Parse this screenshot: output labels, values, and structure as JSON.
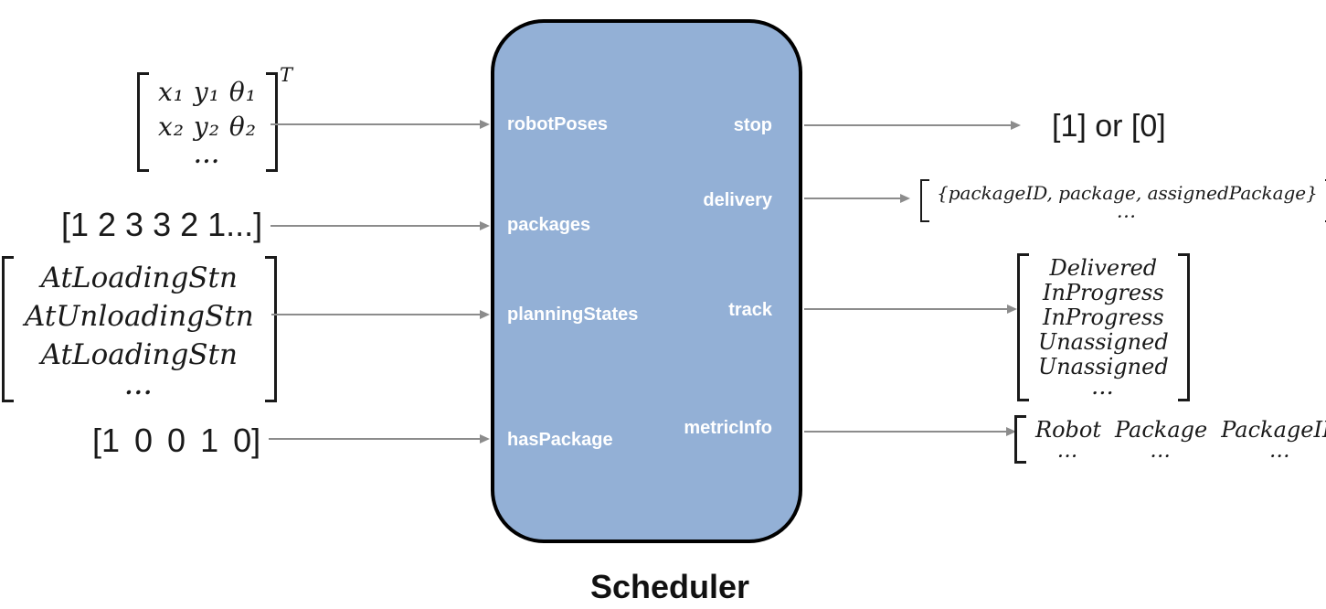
{
  "diagram": {
    "title": "Scheduler",
    "colors": {
      "block_fill": "#93b0d6",
      "block_border": "#000000",
      "arrow": "#8c8c8c",
      "port_text": "#ffffff"
    }
  },
  "block": {
    "input_ports": [
      {
        "label": "robotPoses"
      },
      {
        "label": "packages"
      },
      {
        "label": "planningStates"
      },
      {
        "label": "hasPackage"
      }
    ],
    "output_ports": [
      {
        "label": "stop"
      },
      {
        "label": "delivery"
      },
      {
        "label": "track"
      },
      {
        "label": "metricInfo"
      }
    ]
  },
  "inputs": {
    "robot_poses": {
      "rows": [
        "x₁ y₁ θ₁",
        "x₂ y₂ θ₂",
        "..."
      ],
      "superscript": "T"
    },
    "packages": {
      "value": "[1 2 3 3 2 1...]"
    },
    "planning_states": {
      "rows": [
        "AtLoadingStn",
        "AtUnloadingStn",
        "AtLoadingStn",
        "..."
      ]
    },
    "has_package": {
      "value": "[1 0 0 1 0]"
    }
  },
  "outputs": {
    "stop": {
      "value": "[1] or [0]"
    },
    "delivery": {
      "row": "{packageID, package, assignedPackage}",
      "dots": "..."
    },
    "track": {
      "rows": [
        "Delivered",
        "InProgress",
        "InProgress",
        "Unassigned",
        "Unassigned",
        "..."
      ]
    },
    "metric_info": {
      "columns": [
        "Robot",
        "Package",
        "PackageID"
      ],
      "dots": [
        "...",
        "...",
        "..."
      ]
    }
  }
}
